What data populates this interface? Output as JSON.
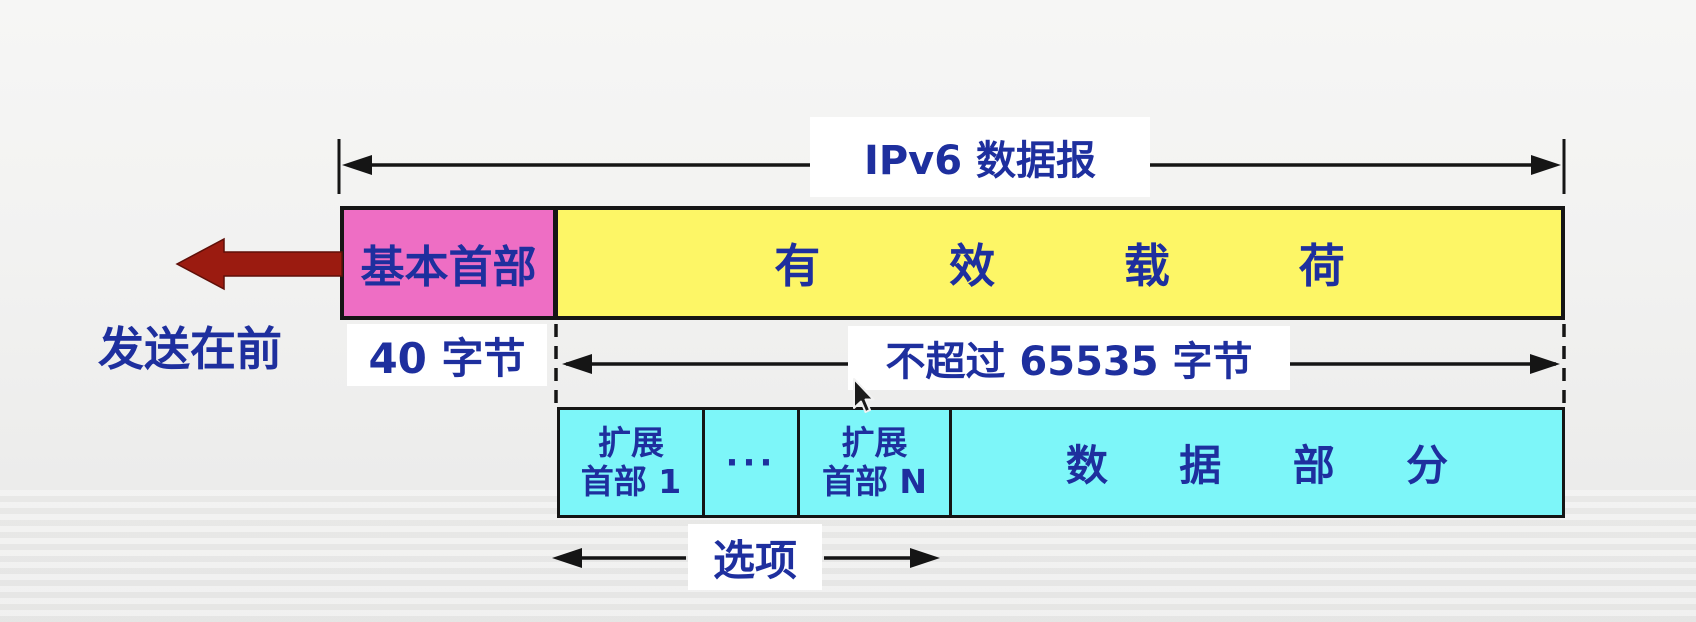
{
  "diagram": {
    "title": "IPv6 数据报",
    "direction_label": "发送在前",
    "main_bar": {
      "basic_header": "基本首部",
      "payload": "有效载荷"
    },
    "annotations": {
      "basic_header_size": "40 字节",
      "payload_size": "不超过 65535 字节",
      "options": "选项"
    },
    "extension_bar": {
      "ext1_line1": "扩展",
      "ext1_line2": "首部 1",
      "ellipsis": "···",
      "extn_line1": "扩展",
      "extn_line2": "首部 N",
      "data_part": "数据部分"
    },
    "colors": {
      "basic_header_bg": "#ee6ec4",
      "payload_bg": "#fdf666",
      "extension_bg": "#7df6f9",
      "text_navy": "#1e2f9e",
      "send_arrow_red": "#9b1b10",
      "line_black": "#151515"
    }
  }
}
